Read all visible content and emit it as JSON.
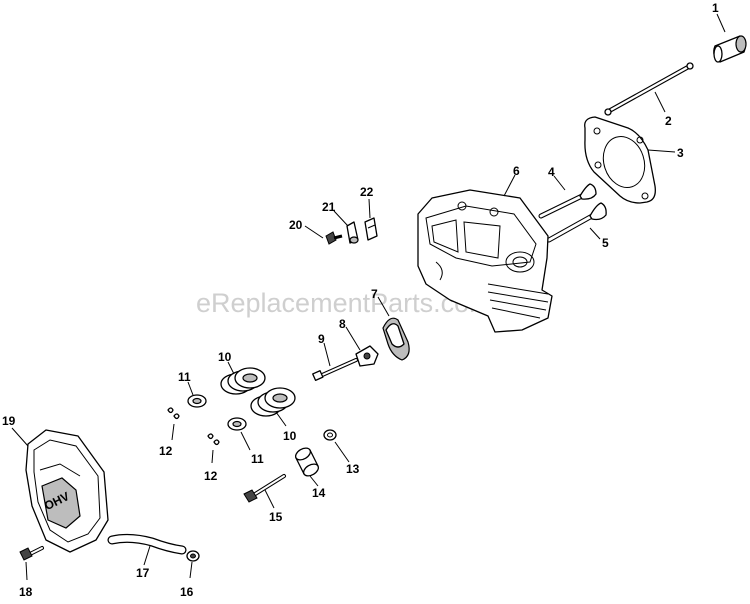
{
  "watermark": "eReplacementParts.com",
  "callouts": {
    "c1": "1",
    "c2": "2",
    "c3": "3",
    "c4": "4",
    "c5": "5",
    "c6": "6",
    "c7": "7",
    "c8": "8",
    "c9": "9",
    "c10a": "10",
    "c10b": "10",
    "c11a": "11",
    "c11b": "11",
    "c12a": "12",
    "c12b": "12",
    "c13": "13",
    "c14": "14",
    "c15": "15",
    "c16": "16",
    "c17": "17",
    "c18": "18",
    "c19": "19",
    "c20": "20",
    "c21": "21",
    "c22": "22"
  },
  "cover_logo": "OHV"
}
